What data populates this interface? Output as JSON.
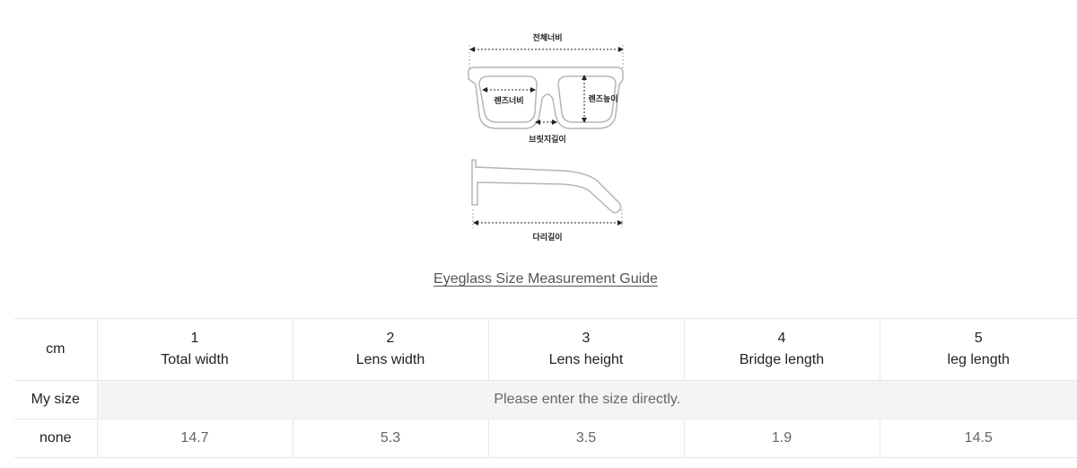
{
  "diagram": {
    "labels": {
      "total_width": "전체너비",
      "lens_width": "렌즈너비",
      "lens_height": "렌즈높이",
      "bridge_length": "브릿지길이",
      "leg_length": "다리길이"
    }
  },
  "guide_link": "Eyeglass Size Measurement Guide",
  "table": {
    "unit_header": "cm",
    "columns": [
      {
        "number": "1",
        "name": "Total width"
      },
      {
        "number": "2",
        "name": "Lens width"
      },
      {
        "number": "3",
        "name": "Lens height"
      },
      {
        "number": "4",
        "name": "Bridge length"
      },
      {
        "number": "5",
        "name": "leg length"
      }
    ],
    "my_size": {
      "label": "My size",
      "hint": "Please enter the size directly."
    },
    "rows": [
      {
        "label": "none",
        "values": [
          "14.7",
          "5.3",
          "3.5",
          "1.9",
          "14.5"
        ]
      }
    ]
  }
}
